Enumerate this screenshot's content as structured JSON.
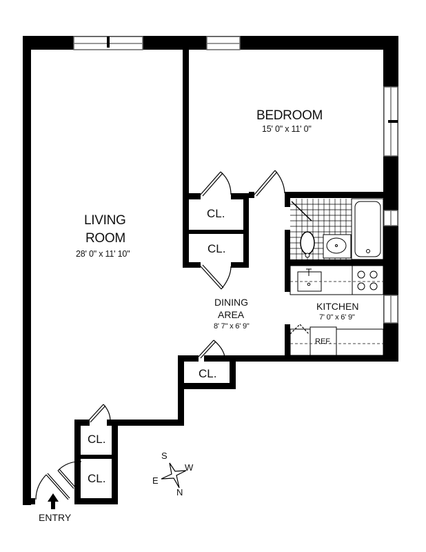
{
  "floorplan": {
    "rooms": {
      "bedroom": {
        "name": "BEDROOM",
        "dimensions": "15' 0\" x 11' 0\""
      },
      "living_room": {
        "name_line1": "LIVING",
        "name_line2": "ROOM",
        "dimensions": "28' 0\" x 11' 10\""
      },
      "dining_area": {
        "name_line1": "DINING",
        "name_line2": "AREA",
        "dimensions": "8' 7\" x 6' 9\""
      },
      "kitchen": {
        "name": "KITCHEN",
        "dimensions": "7' 0\" x 6' 9\""
      }
    },
    "closets": [
      {
        "label": "CL."
      },
      {
        "label": "CL."
      },
      {
        "label": "CL."
      },
      {
        "label": "CL."
      },
      {
        "label": "CL."
      }
    ],
    "fixtures": {
      "refrigerator": "REF."
    },
    "entry": {
      "label": "ENTRY",
      "icon": "arrow-up-icon"
    },
    "compass": {
      "s": "S",
      "w": "W",
      "e": "E",
      "n": "N"
    },
    "colors": {
      "wall": "#000000",
      "background": "#ffffff",
      "window": "#ffffff"
    }
  }
}
